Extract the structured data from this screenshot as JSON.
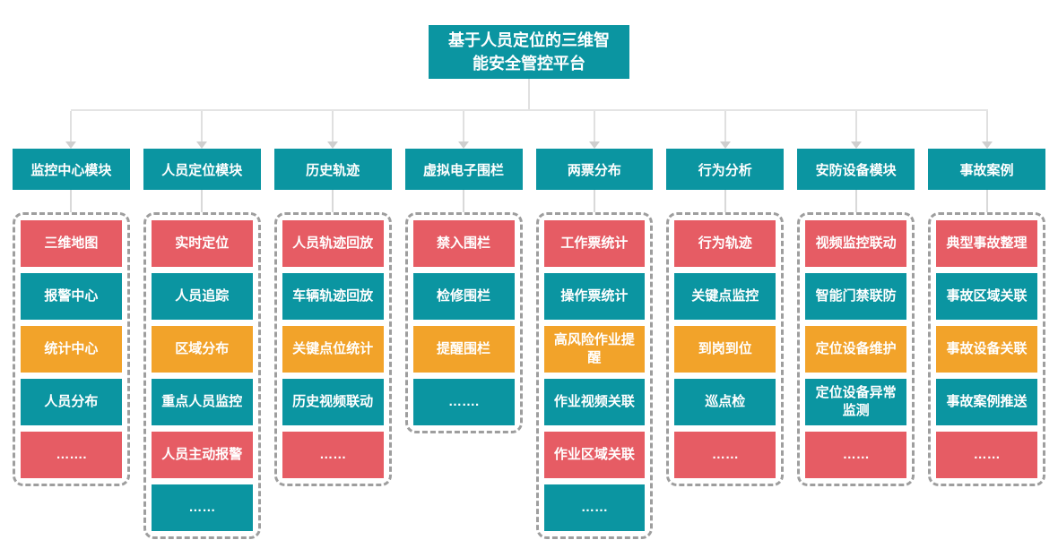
{
  "title": "基于人员定位的三维智能安全管控平台",
  "palette": {
    "teal": "#0b95a1",
    "red": "#e65c64",
    "orange": "#f2a32a"
  },
  "columns": [
    {
      "header": "监控中心模块",
      "items": [
        {
          "label": "三维地图",
          "color": "red"
        },
        {
          "label": "报警中心",
          "color": "teal"
        },
        {
          "label": "统计中心",
          "color": "orange"
        },
        {
          "label": "人员分布",
          "color": "teal"
        },
        {
          "label": "…….",
          "color": "red"
        }
      ]
    },
    {
      "header": "人员定位模块",
      "items": [
        {
          "label": "实时定位",
          "color": "red"
        },
        {
          "label": "人员追踪",
          "color": "teal"
        },
        {
          "label": "区域分布",
          "color": "orange"
        },
        {
          "label": "重点人员监控",
          "color": "teal"
        },
        {
          "label": "人员主动报警",
          "color": "red"
        },
        {
          "label": "……",
          "color": "teal"
        }
      ]
    },
    {
      "header": "历史轨迹",
      "items": [
        {
          "label": "人员轨迹回放",
          "color": "red"
        },
        {
          "label": "车辆轨迹回放",
          "color": "teal"
        },
        {
          "label": "关键点位统计",
          "color": "orange"
        },
        {
          "label": "历史视频联动",
          "color": "teal"
        },
        {
          "label": "……",
          "color": "red"
        }
      ]
    },
    {
      "header": "虚拟电子围栏",
      "items": [
        {
          "label": "禁入围栏",
          "color": "red"
        },
        {
          "label": "检修围栏",
          "color": "teal"
        },
        {
          "label": "提醒围栏",
          "color": "orange"
        },
        {
          "label": "…….",
          "color": "teal"
        }
      ]
    },
    {
      "header": "两票分布",
      "items": [
        {
          "label": "工作票统计",
          "color": "red"
        },
        {
          "label": "操作票统计",
          "color": "teal"
        },
        {
          "label": "高风险作业提醒",
          "color": "orange"
        },
        {
          "label": "作业视频关联",
          "color": "teal"
        },
        {
          "label": "作业区域关联",
          "color": "red"
        },
        {
          "label": "……",
          "color": "teal"
        }
      ]
    },
    {
      "header": "行为分析",
      "items": [
        {
          "label": "行为轨迹",
          "color": "red"
        },
        {
          "label": "关键点监控",
          "color": "teal"
        },
        {
          "label": "到岗到位",
          "color": "orange"
        },
        {
          "label": "巡点检",
          "color": "teal"
        },
        {
          "label": "……",
          "color": "red"
        }
      ]
    },
    {
      "header": "安防设备模块",
      "items": [
        {
          "label": "视频监控联动",
          "color": "red"
        },
        {
          "label": "智能门禁联防",
          "color": "teal"
        },
        {
          "label": "定位设备维护",
          "color": "orange"
        },
        {
          "label": "定位设备异常监测",
          "color": "teal"
        },
        {
          "label": "……",
          "color": "red"
        }
      ]
    },
    {
      "header": "事故案例",
      "items": [
        {
          "label": "典型事故整理",
          "color": "red"
        },
        {
          "label": "事故区域关联",
          "color": "teal"
        },
        {
          "label": "事故设备关联",
          "color": "orange"
        },
        {
          "label": "事故案例推送",
          "color": "teal"
        },
        {
          "label": "……",
          "color": "red"
        }
      ]
    }
  ]
}
